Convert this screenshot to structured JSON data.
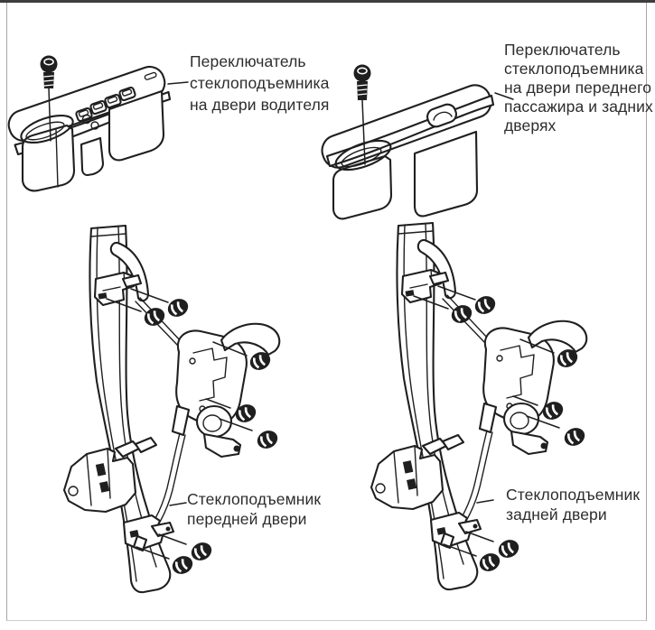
{
  "page": {
    "colors": {
      "paper": "#ffffff",
      "ink": "#1f1f1f",
      "label": "#2d2d2d",
      "frame": "#a6a6a6",
      "topbar": "#3d3d3d"
    }
  },
  "callouts": {
    "driver_switch": "Переключатель\nстеклоподъемника\nна двери водителя",
    "passenger_switch": "Переключатель\nстеклоподъемника\nна двери переднего\nпассажира и задних\nдверях",
    "front_regulator": "Стеклоподъемник\nпередней двери",
    "rear_regulator": "Стеклоподъемник\nзадней двери"
  }
}
